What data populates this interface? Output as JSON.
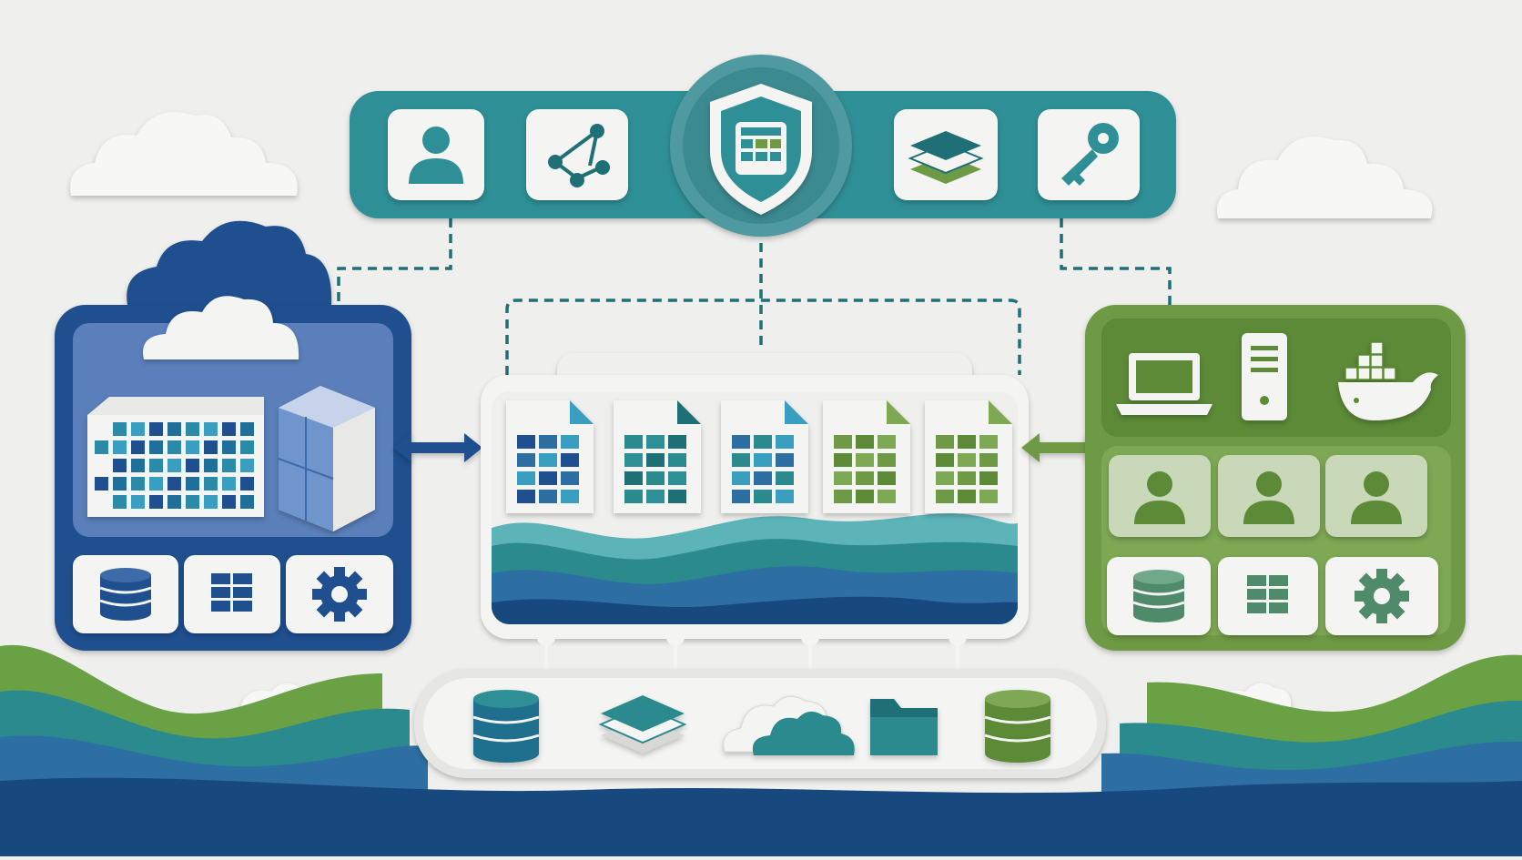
{
  "colors": {
    "background": "#efefed",
    "paper": "#f4f4f2",
    "navy": "#1f4f8e",
    "blue_panel": "#5a7fba",
    "teal": "#2f8f96",
    "teal_dark": "#1f6f76",
    "green": "#6f9a45",
    "green_dark": "#5c8a37",
    "green_light": "#c9d8b8",
    "wave_dark": "#17497f",
    "wave_mid": "#2e6fa3",
    "wave_teal": "#2b8a8e",
    "wave_green": "#6aa145"
  },
  "governance_bar": {
    "icons": [
      "user-icon",
      "network-share-icon",
      "shield-table-icon",
      "layers-icon",
      "key-icon"
    ]
  },
  "left_system": {
    "icons": [
      "cloud-icon",
      "data-warehouse-icon",
      "server-cube-icon"
    ],
    "buttons": [
      "database-icon",
      "table-grid-icon",
      "gear-icon"
    ]
  },
  "center_lake": {
    "documents": [
      {
        "icon": "blue-table-document-icon",
        "tone": "blue"
      },
      {
        "icon": "teal-table-document-icon",
        "tone": "teal"
      },
      {
        "icon": "blue-teal-table-document-icon",
        "tone": "blueteal"
      },
      {
        "icon": "green-table-document-icon",
        "tone": "green"
      },
      {
        "icon": "green-table-document-icon",
        "tone": "green"
      }
    ]
  },
  "right_system": {
    "devices": [
      "laptop-icon",
      "server-tower-icon",
      "docker-whale-icon"
    ],
    "users": [
      "user-icon",
      "user-icon",
      "user-icon"
    ],
    "buttons": [
      "database-icon",
      "table-grid-icon",
      "gear-icon"
    ]
  },
  "storage_tray": {
    "icons": [
      "database-icon",
      "layers-icon",
      "cloud-icon",
      "folder-icon",
      "database-icon"
    ]
  }
}
